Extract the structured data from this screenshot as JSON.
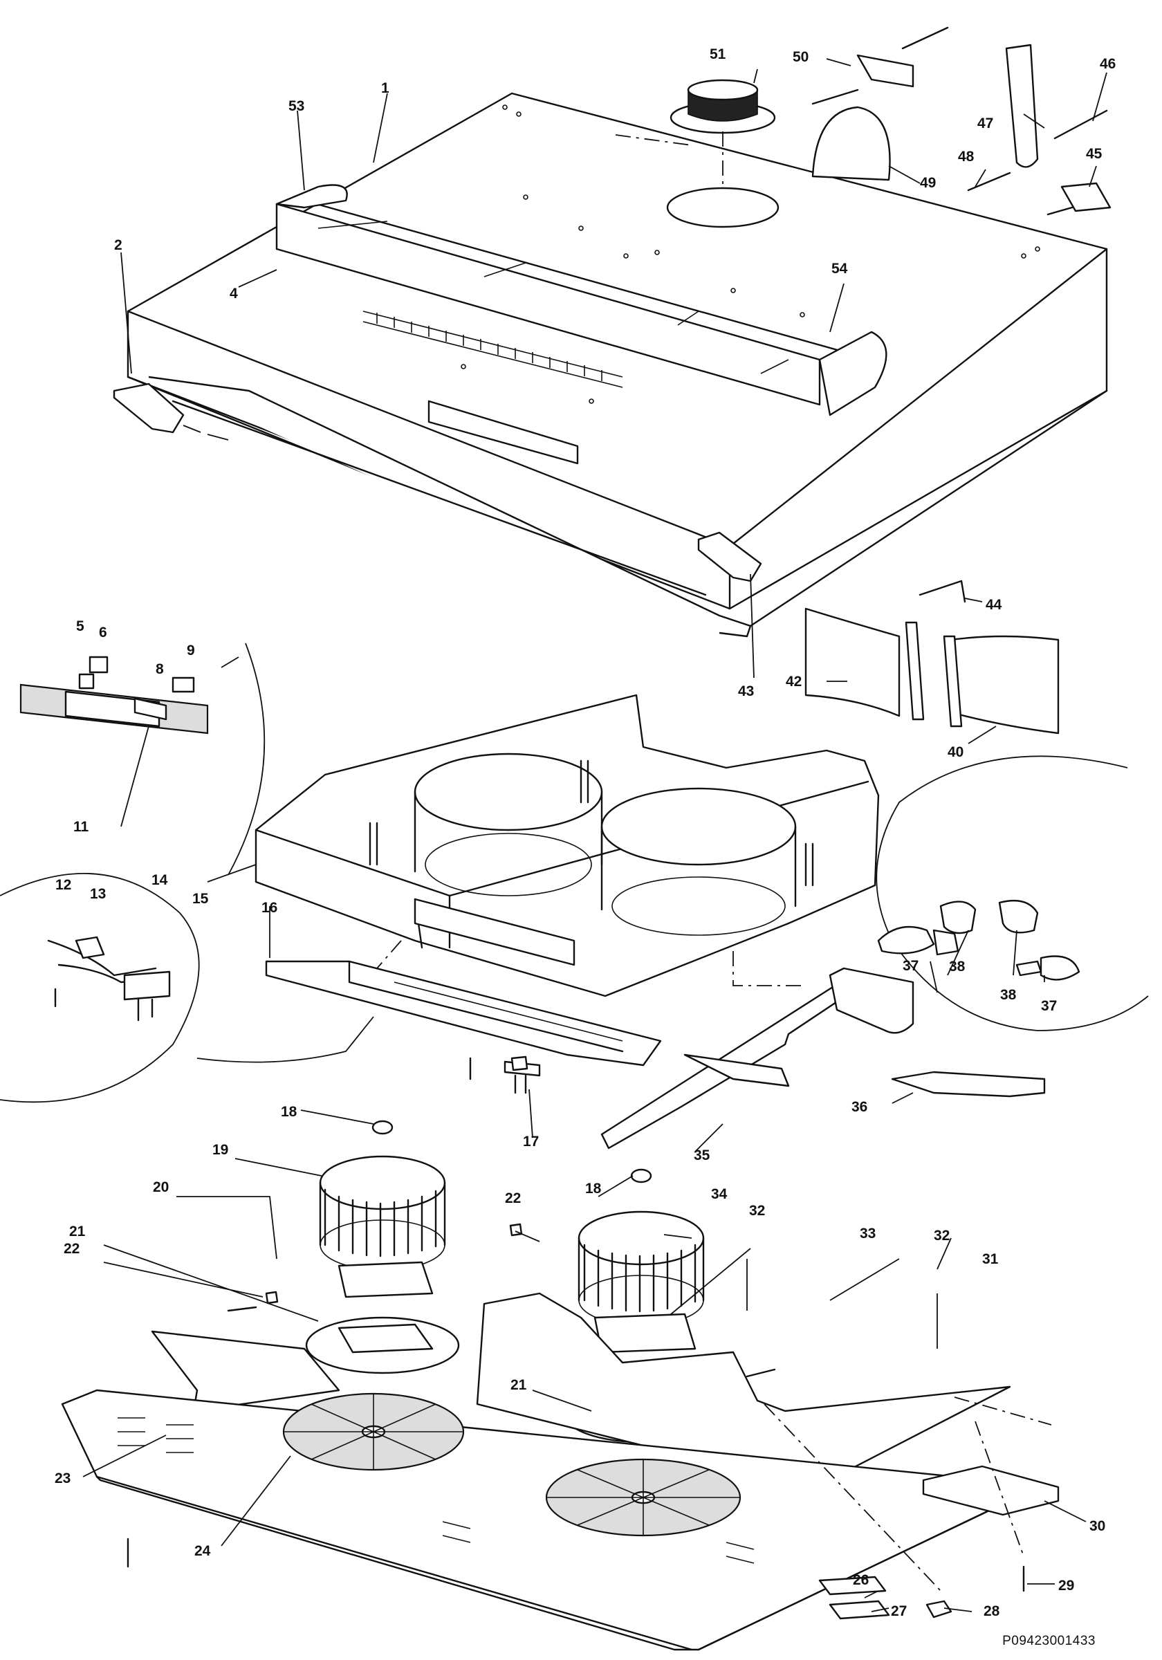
{
  "reference_code": "P09423001433",
  "callouts": [
    {
      "id": "c1",
      "label": "1"
    },
    {
      "id": "c2",
      "label": "2"
    },
    {
      "id": "c4",
      "label": "4"
    },
    {
      "id": "c5",
      "label": "5"
    },
    {
      "id": "c6",
      "label": "6"
    },
    {
      "id": "c8",
      "label": "8"
    },
    {
      "id": "c9",
      "label": "9"
    },
    {
      "id": "c11",
      "label": "11"
    },
    {
      "id": "c12",
      "label": "12"
    },
    {
      "id": "c13",
      "label": "13"
    },
    {
      "id": "c14",
      "label": "14"
    },
    {
      "id": "c15",
      "label": "15"
    },
    {
      "id": "c16",
      "label": "16"
    },
    {
      "id": "c17",
      "label": "17"
    },
    {
      "id": "c18a",
      "label": "18"
    },
    {
      "id": "c18b",
      "label": "18"
    },
    {
      "id": "c19",
      "label": "19"
    },
    {
      "id": "c20",
      "label": "20"
    },
    {
      "id": "c21a",
      "label": "21"
    },
    {
      "id": "c21b",
      "label": "21"
    },
    {
      "id": "c22a",
      "label": "22"
    },
    {
      "id": "c22b",
      "label": "22"
    },
    {
      "id": "c23",
      "label": "23"
    },
    {
      "id": "c24",
      "label": "24"
    },
    {
      "id": "c26",
      "label": "26"
    },
    {
      "id": "c27",
      "label": "27"
    },
    {
      "id": "c28",
      "label": "28"
    },
    {
      "id": "c29",
      "label": "29"
    },
    {
      "id": "c30",
      "label": "30"
    },
    {
      "id": "c31",
      "label": "31"
    },
    {
      "id": "c32a",
      "label": "32"
    },
    {
      "id": "c32b",
      "label": "32"
    },
    {
      "id": "c33",
      "label": "33"
    },
    {
      "id": "c34",
      "label": "34"
    },
    {
      "id": "c35",
      "label": "35"
    },
    {
      "id": "c36",
      "label": "36"
    },
    {
      "id": "c37a",
      "label": "37"
    },
    {
      "id": "c37b",
      "label": "37"
    },
    {
      "id": "c38a",
      "label": "38"
    },
    {
      "id": "c38b",
      "label": "38"
    },
    {
      "id": "c40",
      "label": "40"
    },
    {
      "id": "c42",
      "label": "42"
    },
    {
      "id": "c43",
      "label": "43"
    },
    {
      "id": "c44",
      "label": "44"
    },
    {
      "id": "c45",
      "label": "45"
    },
    {
      "id": "c46",
      "label": "46"
    },
    {
      "id": "c47",
      "label": "47"
    },
    {
      "id": "c48",
      "label": "48"
    },
    {
      "id": "c49",
      "label": "49"
    },
    {
      "id": "c50",
      "label": "50"
    },
    {
      "id": "c51",
      "label": "51"
    },
    {
      "id": "c53",
      "label": "53"
    },
    {
      "id": "c54",
      "label": "54"
    }
  ]
}
